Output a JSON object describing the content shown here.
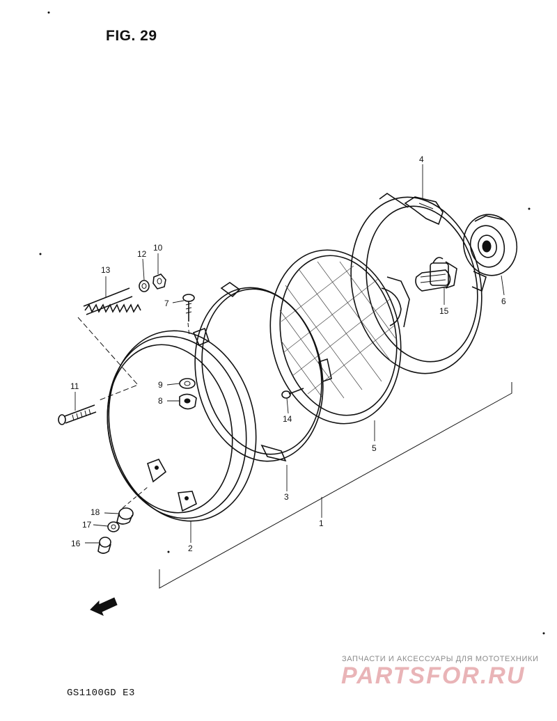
{
  "title": "FIG. 29",
  "model_code": "GS1100GD  E3",
  "fwd_label": "FWD",
  "callouts": [
    {
      "id": "c1",
      "label": "1"
    },
    {
      "id": "c2",
      "label": "2"
    },
    {
      "id": "c3",
      "label": "3"
    },
    {
      "id": "c4",
      "label": "4"
    },
    {
      "id": "c5",
      "label": "5"
    },
    {
      "id": "c6",
      "label": "6"
    },
    {
      "id": "c7",
      "label": "7"
    },
    {
      "id": "c8",
      "label": "8"
    },
    {
      "id": "c9",
      "label": "9"
    },
    {
      "id": "c10",
      "label": "10"
    },
    {
      "id": "c11",
      "label": "11"
    },
    {
      "id": "c12",
      "label": "12"
    },
    {
      "id": "c13",
      "label": "13"
    },
    {
      "id": "c14",
      "label": "14"
    },
    {
      "id": "c15",
      "label": "15"
    },
    {
      "id": "c16",
      "label": "16"
    },
    {
      "id": "c17",
      "label": "17"
    },
    {
      "id": "c18",
      "label": "18"
    }
  ],
  "watermark": {
    "tagline": "ЗАПЧАСТИ И АКСЕССУАРЫ ДЛЯ МОТОТЕХНИКИ",
    "logo": "PARTSFOR.RU"
  },
  "colors": {
    "line": "#111111",
    "watermark_tagline": "#8a8a8a",
    "watermark_logo": "#e9b4b7"
  }
}
